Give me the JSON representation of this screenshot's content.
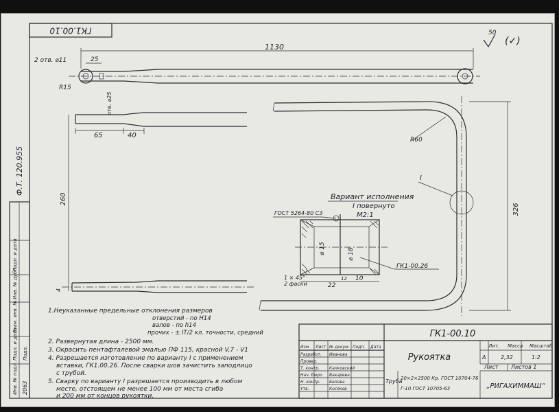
{
  "drawing": {
    "corner_code": "ГК1.00.10",
    "top_right_mark": "50",
    "roughness": "(✓)",
    "side_stamp": "Ф.Т. 120.955",
    "dims": {
      "length_top": "1130",
      "holes": "2 отв. ⌀11",
      "r15": "R15",
      "d25": "25",
      "d_ot": "отв. ⌀25",
      "d65": "65",
      "d40": "40",
      "d260": "260",
      "r260": "R60",
      "d326": "326",
      "d4": "4",
      "callout_I": "I",
      "variant_title": "Вариант исполнения",
      "variant_sub": "I повернуто",
      "variant_scale": "М2:1",
      "gost_weld": "ГОСТ 5264-80 С3",
      "phi15": "⌀ 15",
      "phi18": "⌀ 18",
      "part_ref": "ГК1-00.26",
      "chamfer1": "1 × 45°",
      "chamfer2": "2 фаски",
      "d22": "22",
      "d12": "12",
      "d10": "10"
    }
  },
  "notes": {
    "n1_title": "1.Неуказанные предельные отклонения размеров",
    "n1_a": "отверстий - по Н14",
    "n1_b": "валов - по h14",
    "n1_c": "прочих - ± IT/2 кл. точности, средний",
    "n2": "2. Развернутая длина - 2500 мм.",
    "n3": "3. Окрасить пентафталевой эмалью ПФ 115, красной  V,7 - V1",
    "n4a": "4. Разрешается изготовление по варианту I с применением",
    "n4b": "вставки, ГК1.00.26. После сварки шов зачистить заподлицо",
    "n4c": "с трубой.",
    "n5a": "5. Сварку по варианту I разрешается производить в любом",
    "n5b": "месте, отстоящем не менее 100 мм от места сгиба",
    "n5c": "и 200 мм от концов рукоятки."
  },
  "title_block": {
    "doc_number": "ГК1-00.10",
    "part_name": "Рукоятка",
    "head_lit": "Лит.",
    "head_mass": "Масса",
    "head_scale": "Масштаб",
    "lit_value": "А",
    "mass_value": "2,32",
    "scale_value": "1:2",
    "sheet_label": "Лист",
    "sheets_label": "Листов 1",
    "material_1": "Труба",
    "material_2": "20×2×2500 Кр. ГОСТ 10704-76",
    "material_3": "Г-10  ГОСТ 10705-63",
    "org": "„РИГАХИММАШ“",
    "rows": [
      {
        "role": "Изм.",
        "name": "Лист",
        "sig": "№ докум.",
        "date": "Подп."
      },
      {
        "role": "Разработ.",
        "name": "Иванова",
        "sig": "",
        "date": "Дата"
      },
      {
        "role": "Провер.",
        "name": "",
        "sig": "",
        "date": ""
      },
      {
        "role": "Т. контр.",
        "name": "Калковский",
        "sig": "",
        "date": ""
      },
      {
        "role": "Нач. бюро",
        "name": "Вакарева",
        "sig": "",
        "date": ""
      },
      {
        "role": "Н. контр.",
        "name": "Белова",
        "sig": "",
        "date": ""
      },
      {
        "role": "Утв.",
        "name": "Косяков",
        "sig": "",
        "date": ""
      }
    ]
  },
  "side_table": {
    "c1": "Инв. № подл.",
    "c2": "Подп. и дата",
    "c3": "Взам. инв. №",
    "c4": "Инв. № дубл.",
    "c5": "Подп. и дата",
    "v1": "2063",
    "v2": "Подп.",
    "v3": "",
    "v4": "",
    "v5": ""
  }
}
